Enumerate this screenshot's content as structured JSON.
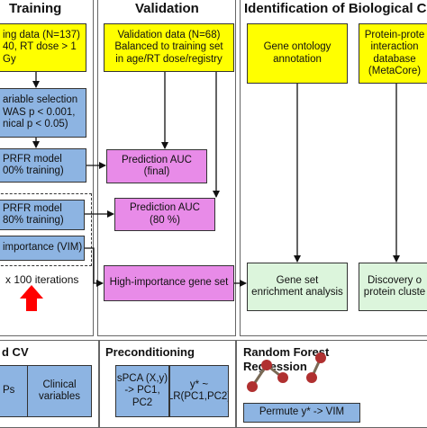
{
  "panels": {
    "training": {
      "title": "Training",
      "data_box": "ing data (N=137)\n40, RT dose > 1 Gy",
      "selection_box": "ariable selection\nWAS p < 0.001,\nnical p < 0.05)",
      "model_full": "PRFR model\n00% training)",
      "model_80": "PRFR model\n80% training)",
      "importance": "importance (VIM)",
      "iterations": "x 100 iterations"
    },
    "validation": {
      "title": "Validation",
      "data_box": "Validation data (N=68)\nBalanced to training set\nin age/RT dose/registry",
      "auc_final": "Prediction AUC\n(final)",
      "auc_80": "Prediction AUC\n(80 %)",
      "gene_set": "High-importance gene set"
    },
    "biology": {
      "title": "Identification of Biological Corr",
      "gene_ontology": "Gene ontology\nannotation",
      "ppi": "Protein-prote\ninteraction\ndatabase\n(MetaCore)",
      "enrichment": "Gene set\nenrichment analysis",
      "discovery": "Discovery o\nprotein cluste"
    },
    "cv": {
      "title": "d CV",
      "snps": "Ps",
      "clinical": "Clinical\nvariables"
    },
    "preconditioning": {
      "title": "Preconditioning",
      "spca": "sPCA (X,y)\n-> PC1, PC2",
      "lr": "y* ~\nLR(PC1,PC2)"
    },
    "rf": {
      "title": "Random Forest\nRegression",
      "permute": "Permute y* -> VIM"
    }
  },
  "colors": {
    "yellow": "#ffff00",
    "blue": "#8db4e2",
    "pink": "#e88be8",
    "green": "#dcf5dc",
    "arrow_red": "#ff0000",
    "tree_node": "#b03030"
  }
}
